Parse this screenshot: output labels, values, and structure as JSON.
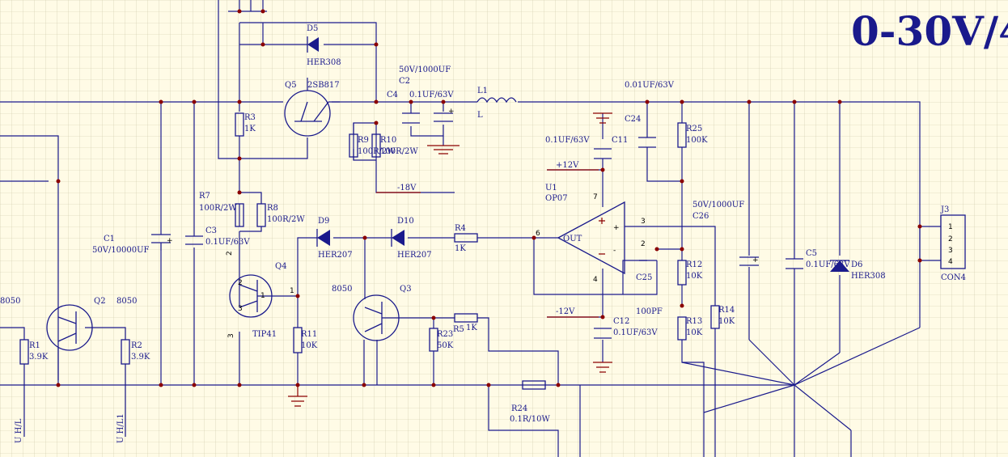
{
  "title": "0-30V/4",
  "labels": {
    "D5": "D5",
    "D5v": "HER308",
    "Q5": "Q5",
    "Q5v": "2SB817",
    "R3": "R3",
    "R3v": "1K",
    "C2v1": "50V/1000UF",
    "C2": "C2",
    "C4": "C4",
    "C4v": "0.1UF/63V",
    "L1": "L1",
    "L1v": "L",
    "C24v": "0.01UF/63V",
    "C24": "C24",
    "R25": "R25",
    "R25v": "100K",
    "R9": "R9",
    "R9v": "100R/2W",
    "R10": "R10",
    "R10v": "100R/2W",
    "m18": "-18V",
    "C11v": "0.1UF/63V",
    "C11": "C11",
    "p12": "+12V",
    "U1": "U1",
    "U1v": "OP07",
    "R7": "R7",
    "R7v": "100R/2W",
    "R8": "R8",
    "R8v": "100R/2W",
    "C1": "C1",
    "C1v": "50V/10000UF",
    "C3": "C3",
    "C3v": "0.1UF/63V",
    "D9": "D9",
    "D9v": "HER207",
    "D10": "D10",
    "D10v": "HER207",
    "R4": "R4",
    "R4v": "1K",
    "OUT": "OUT",
    "C26v": "50V/1000UF",
    "C26": "C26",
    "J3": "J3",
    "CON4": "CON4",
    "Q4": "Q4",
    "TIP41": "TIP41",
    "C5": "C5",
    "C5v": "0.1UF/63V",
    "D6": "D6",
    "D6v": "HER308",
    "R12": "R12",
    "R12v": "10K",
    "C25": "C25",
    "C25v": "100PF",
    "Q2": "Q2",
    "Q2v": "8050",
    "Q1v": "8050",
    "Q3": "Q3",
    "Q3v": "8050",
    "m12": "-12V",
    "C12": "C12",
    "C12v": "0.1UF/63V",
    "R13": "R13",
    "R13v": "10K",
    "R14": "R14",
    "R14v": "10K",
    "R1": "R1",
    "R1v": "3.9K",
    "R2": "R2",
    "R2v": "3.9K",
    "R11": "R11",
    "R11v": "10K",
    "R23": "R23",
    "R23v": "50K",
    "R5": "R5",
    "R5v": "1K",
    "R24": "R24",
    "R24v": "0.1R/10W",
    "UHL": "U H/L",
    "UHL1": "U H/L1"
  },
  "pins": {
    "p1": "1",
    "p2": "2",
    "p3": "3",
    "p4": "4",
    "u3": "3",
    "u2": "2",
    "u7": "7",
    "u4": "4",
    "u6": "6",
    "q4_1": "1",
    "q4_2": "2",
    "q4_3": "3",
    "q4_2b": "2",
    "q4_3b": "3",
    "q4_1b": "1",
    "plus": "+",
    "minus": "-"
  }
}
